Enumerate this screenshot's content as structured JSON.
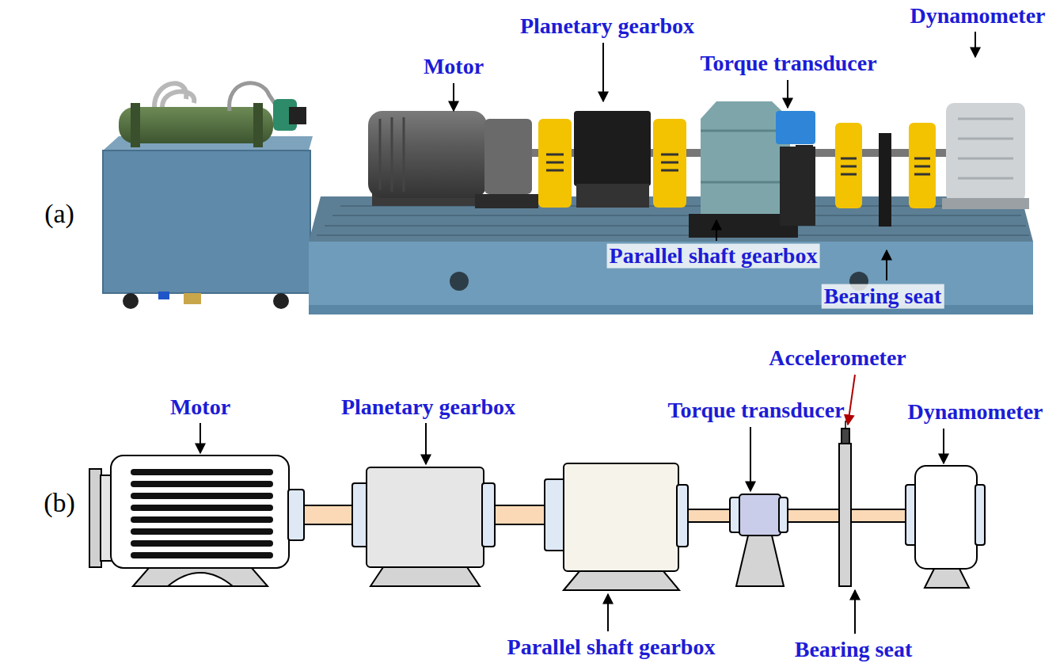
{
  "diagram": {
    "labels": [
      "(a)",
      "Planetary gearbox",
      "Dynamometer",
      "Motor",
      "Torque transducer",
      "Parallel shaft gearbox",
      "Bearing seat",
      "(b)",
      "Accelerometer",
      "Motor",
      "Planetary gearbox",
      "Torque transducer",
      "Dynamometer",
      "Parallel shaft gearbox",
      "Bearing seat"
    ]
  }
}
